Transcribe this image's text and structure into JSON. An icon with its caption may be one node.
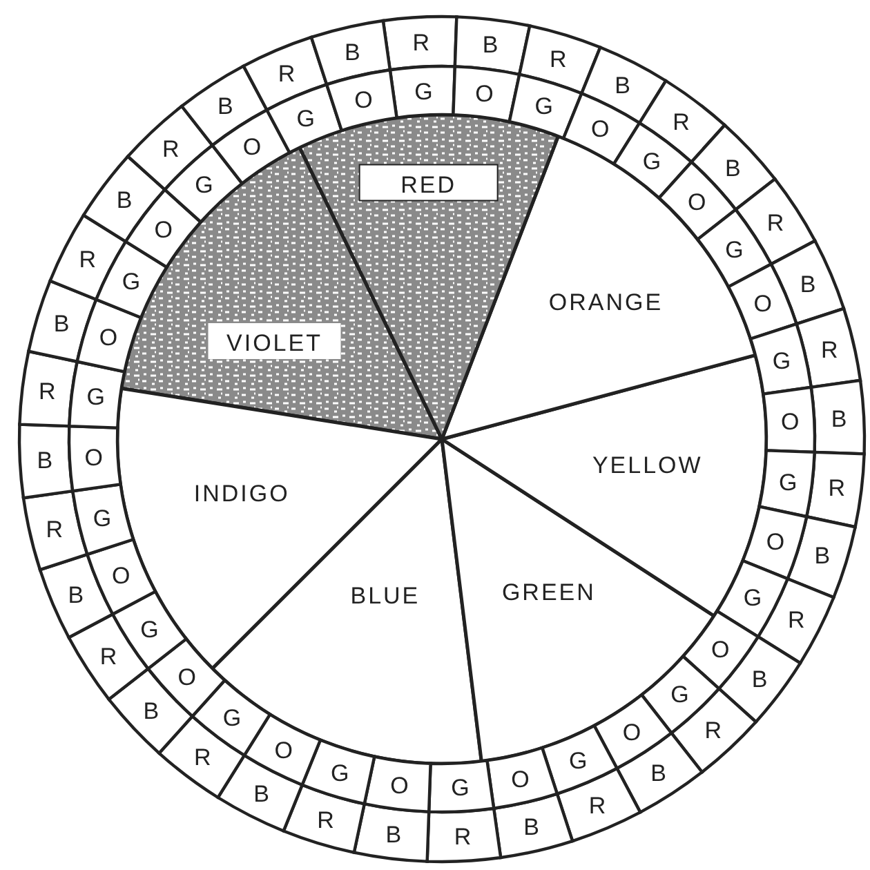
{
  "diagram": {
    "nodes": [
      {
        "text": [
          "RED"
        ]
      },
      {
        "text": [
          "ORANGE"
        ]
      },
      {
        "text": [
          "YELLOW"
        ]
      },
      {
        "text": [
          "GREEN"
        ]
      },
      {
        "text": [
          "BLUE"
        ]
      },
      {
        "text": [
          "INDIGO"
        ]
      },
      {
        "text": [
          "VIOLET"
        ]
      },
      {
        "text": [
          "R"
        ]
      },
      {
        "text": [
          "B"
        ]
      },
      {
        "text": [
          "R"
        ]
      },
      {
        "text": [
          "B"
        ]
      },
      {
        "text": [
          "R"
        ]
      },
      {
        "text": [
          "B"
        ]
      },
      {
        "text": [
          "R"
        ]
      },
      {
        "text": [
          "B"
        ]
      },
      {
        "text": [
          "R"
        ]
      },
      {
        "text": [
          "B"
        ]
      },
      {
        "text": [
          "R"
        ]
      },
      {
        "text": [
          "B"
        ]
      },
      {
        "text": [
          "R"
        ]
      },
      {
        "text": [
          "B"
        ]
      },
      {
        "text": [
          "R"
        ]
      },
      {
        "text": [
          "B"
        ]
      },
      {
        "text": [
          "R"
        ]
      },
      {
        "text": [
          "B"
        ]
      },
      {
        "text": [
          "R"
        ]
      },
      {
        "text": [
          "B"
        ]
      },
      {
        "text": [
          "R"
        ]
      },
      {
        "text": [
          "B"
        ]
      },
      {
        "text": [
          "R"
        ]
      },
      {
        "text": [
          "B"
        ]
      },
      {
        "text": [
          "R"
        ]
      },
      {
        "text": [
          "B"
        ]
      },
      {
        "text": [
          "R"
        ]
      },
      {
        "text": [
          "B"
        ]
      },
      {
        "text": [
          "R"
        ]
      },
      {
        "text": [
          "B"
        ]
      },
      {
        "text": [
          "R"
        ]
      },
      {
        "text": [
          "B"
        ]
      },
      {
        "text": [
          "R"
        ]
      },
      {
        "text": [
          "B"
        ]
      },
      {
        "text": [
          "R"
        ]
      },
      {
        "text": [
          "B"
        ]
      },
      {
        "text": [
          "G"
        ]
      },
      {
        "text": [
          "O"
        ]
      },
      {
        "text": [
          "G"
        ]
      },
      {
        "text": [
          "O"
        ]
      },
      {
        "text": [
          "G"
        ]
      },
      {
        "text": [
          "O"
        ]
      },
      {
        "text": [
          "G"
        ]
      },
      {
        "text": [
          "O"
        ]
      },
      {
        "text": [
          "G"
        ]
      },
      {
        "text": [
          "O"
        ]
      },
      {
        "text": [
          "G"
        ]
      },
      {
        "text": [
          "O"
        ]
      },
      {
        "text": [
          "G"
        ]
      },
      {
        "text": [
          "O"
        ]
      },
      {
        "text": [
          "G"
        ]
      },
      {
        "text": [
          "O"
        ]
      },
      {
        "text": [
          "G"
        ]
      },
      {
        "text": [
          "O"
        ]
      },
      {
        "text": [
          "G"
        ]
      },
      {
        "text": [
          "O"
        ]
      },
      {
        "text": [
          "G"
        ]
      },
      {
        "text": [
          "O"
        ]
      },
      {
        "text": [
          "G"
        ]
      },
      {
        "text": [
          "O"
        ]
      },
      {
        "text": [
          "G"
        ]
      },
      {
        "text": [
          "O"
        ]
      },
      {
        "text": [
          "G"
        ]
      },
      {
        "text": [
          "O"
        ]
      },
      {
        "text": [
          "G"
        ]
      },
      {
        "text": [
          "O"
        ]
      },
      {
        "text": [
          "G"
        ]
      },
      {
        "text": [
          "O"
        ]
      },
      {
        "text": [
          "G"
        ]
      },
      {
        "text": [
          "O"
        ]
      },
      {
        "text": [
          "G"
        ]
      },
      {
        "text": [
          "O"
        ]
      }
    ]
  }
}
